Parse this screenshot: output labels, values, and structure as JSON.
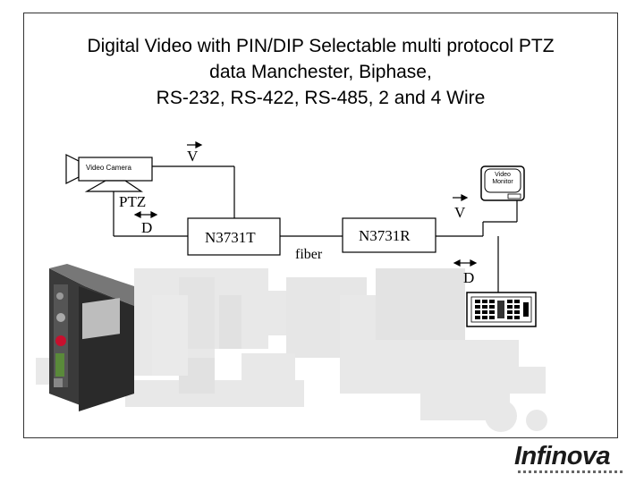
{
  "title_lines": [
    "Digital Video with PIN/DIP Selectable multi protocol PTZ",
    "data  Manchester, Biphase,",
    "RS-232, RS-422, RS-485, 2 and 4 Wire"
  ],
  "labels": {
    "v_top": "V",
    "v_right": "V",
    "ptz": "PTZ",
    "d_left": "D",
    "d_right": "D",
    "transmitter": "N3731T",
    "receiver": "N3731R",
    "fiber": "fiber"
  },
  "devices": {
    "camera": "Video Camera",
    "monitor_line1": "Video",
    "monitor_line2": "Monitor"
  },
  "logo": "Infinova"
}
